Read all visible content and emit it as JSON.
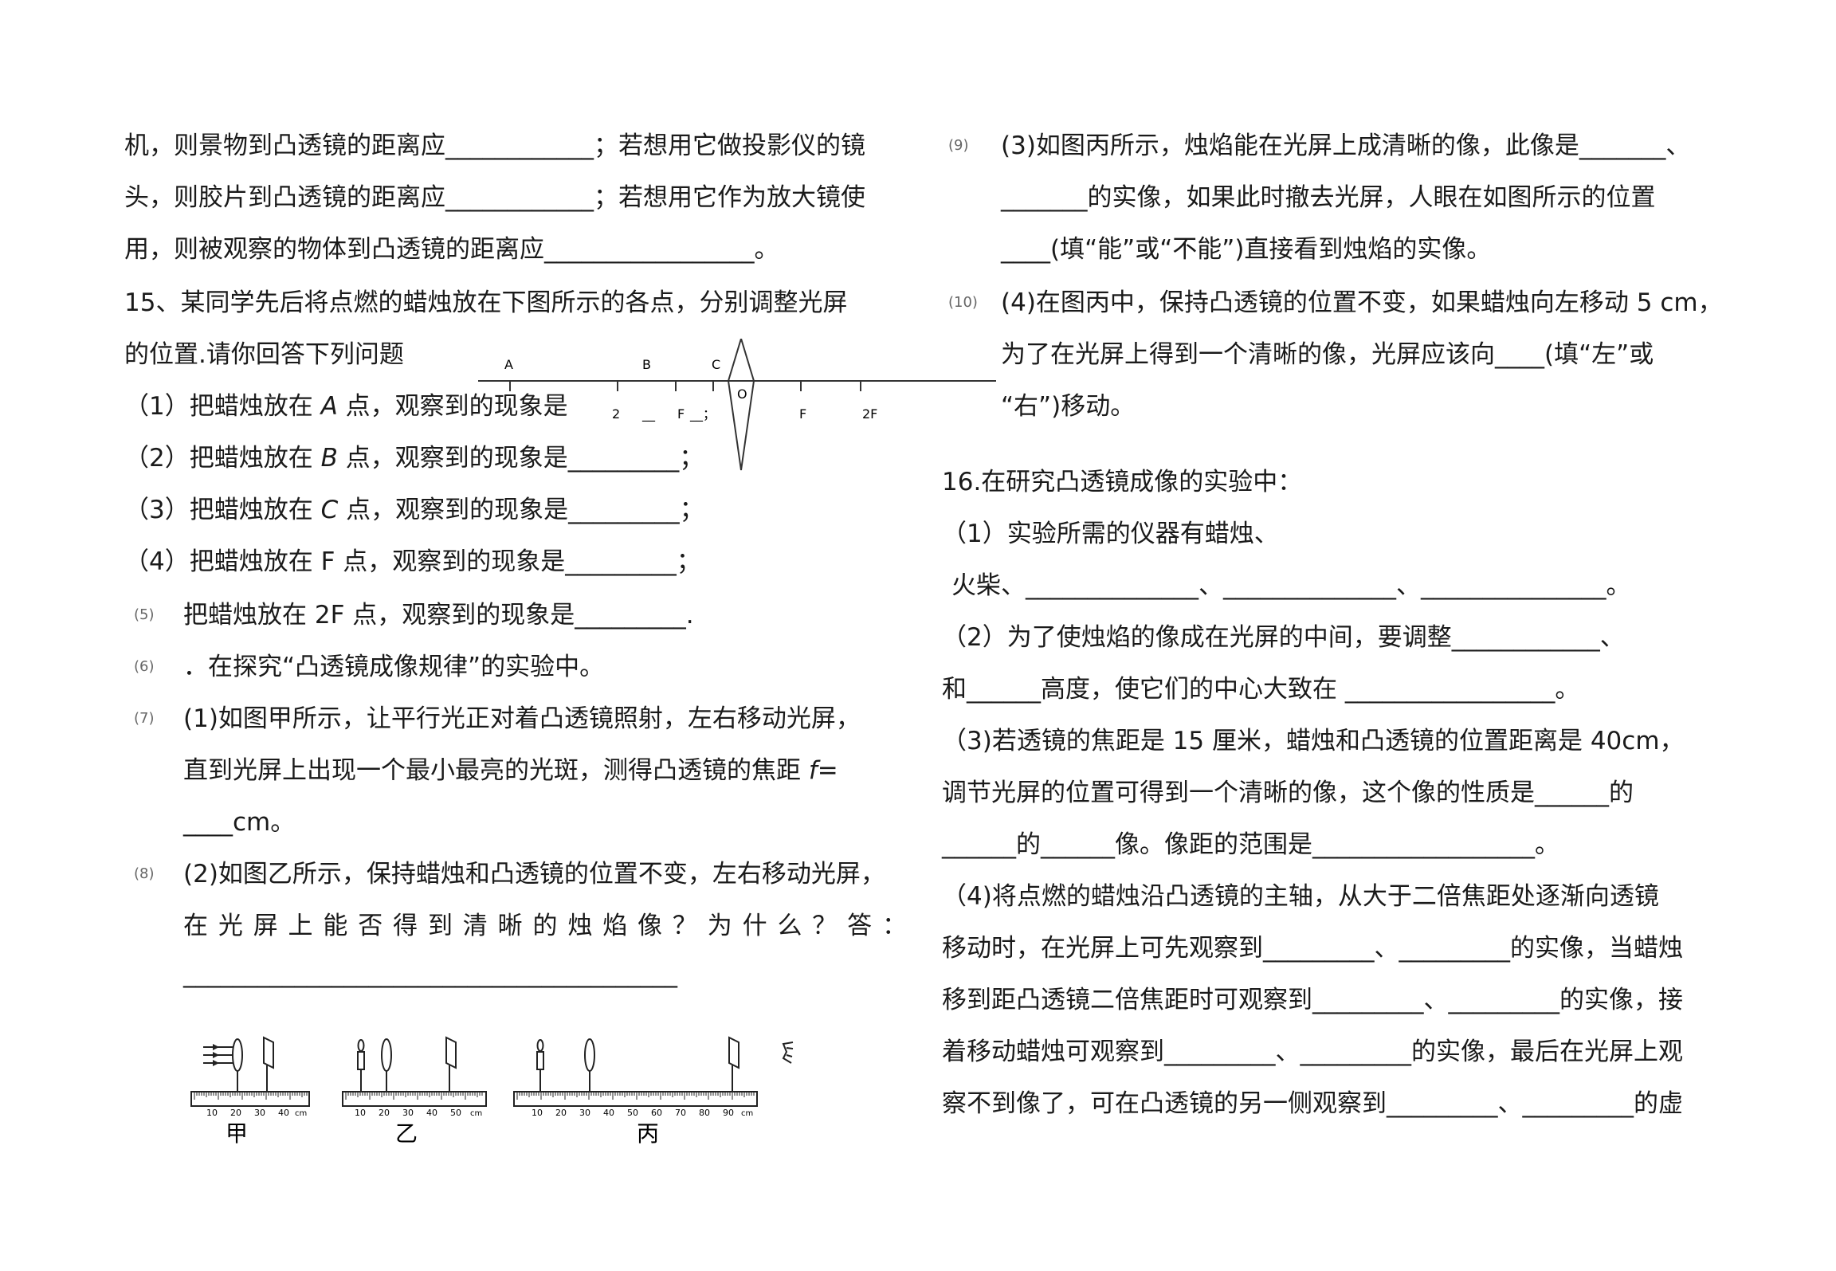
{
  "left": {
    "l1": "机，则景物到凸透镜的距离应____________；若想用它做投影仪的镜",
    "l2": "头，则胶片到凸透镜的距离应____________；若想用它作为放大镜使",
    "l3": "用，则被观察的物体到凸透镜的距离应_________________。",
    "q15a": "15、某同学先后将点燃的蜡烛放在下图所示的各点，分别调整光屏",
    "q15b": "的位置.请你回答下列问题",
    "q15_1a": "（1）把蜡烛放在 ",
    "q15_1pt": "A",
    "q15_1b": " 点，观察到的现象是",
    "q15_2a": "（2）把蜡烛放在 ",
    "q15_2pt": "B",
    "q15_2b": " 点，观察到的现象是_________；",
    "q15_3a": "（3）把蜡烛放在 ",
    "q15_3pt": "C",
    "q15_3b": " 点，观察到的现象是_________；",
    "q15_4": "（4）把蜡烛放在 F 点，观察到的现象是_________；",
    "n5": "(5)",
    "q15_5": "把蜡烛放在 2F 点，观察到的现象是_________.",
    "n6": "(6)",
    "q6": "．在探究“凸透镜成像规律”的实验中。",
    "n7": "(7)",
    "q7a": "(1)如图甲所示，让平行光正对着凸透镜照射，左右移动光屏，",
    "q7b_pre": "直到光屏上出现一个最小最亮的光斑，测得凸透镜的焦距 ",
    "q7b_f": "f",
    "q7b_post": "=",
    "q7c": "____cm。",
    "n8": "(8)",
    "q8a": "(2)如图乙所示，保持蜡烛和凸透镜的位置不变，左右移动光屏，",
    "q8b": "在 光 屏 上 能 否 得 到 清 晰 的 烛 焰 像 ？ 为 什 么 ？ 答 ：",
    "q8c": "________________________________________"
  },
  "diagram_axis": {
    "A": "A",
    "B": "B",
    "C": "C",
    "O": "O",
    "t2": "2",
    "blank1": "__",
    "F1": "F",
    "blank2": "__；",
    "F2": "F",
    "2F": "2F"
  },
  "figures": {
    "jia": "甲",
    "yi": "乙",
    "bing": "丙",
    "ticks_jia": [
      "10",
      "20",
      "30",
      "40",
      "cm"
    ],
    "ticks_yi": [
      "10",
      "20",
      "30",
      "40",
      "50",
      "cm"
    ],
    "ticks_bing": [
      "10",
      "20",
      "30",
      "40",
      "50",
      "60",
      "70",
      "80",
      "90",
      "cm"
    ]
  },
  "right": {
    "n9": "(9)",
    "r9a": "(3)如图丙所示，烛焰能在光屏上成清晰的像，此像是_______、",
    "r9b": "_______的实像，如果此时撤去光屏，人眼在如图所示的位置",
    "r9c": "____(填“能”或“不能”)直接看到烛焰的实像。",
    "n10": "(10)",
    "r10a": "(4)在图丙中，保持凸透镜的位置不变，如果蜡烛向左移动 5 cm，",
    "r10b": "为了在光屏上得到一个清晰的像，光屏应该向____(填“左”或",
    "r10c": "“右”)移动。",
    "q16": "16.在研究凸透镜成像的实验中：",
    "q16_1a": "（1）实验所需的仪器有蜡烛、",
    "q16_1b": "火柴、______________、______________、_______________。",
    "q16_2a": "（2）为了使烛焰的像成在光屏的中间，要调整____________、",
    "q16_2b": "和______高度，使它们的中心大致在 _________________。",
    "q16_3a": "（3)若透镜的焦距是 15 厘米，蜡烛和凸透镜的位置距离是 40cm，",
    "q16_3b": "调节光屏的位置可得到一个清晰的像，这个像的性质是______的",
    "q16_3c": "______的______像。像距的范围是__________________。",
    "q16_4a": "（4)将点燃的蜡烛沿凸透镜的主轴，从大于二倍焦距处逐渐向透镜",
    "q16_4b": "移动时，在光屏上可先观察到_________、_________的实像，当蜡烛",
    "q16_4c": "移到距凸透镜二倍焦距时可观察到_________、_________的实像，接",
    "q16_4d": "着移动蜡烛可观察到_________、_________的实像，最后在光屏上观",
    "q16_4e": "察不到像了，可在凸透镜的另一侧观察到_________、_________的虚"
  }
}
